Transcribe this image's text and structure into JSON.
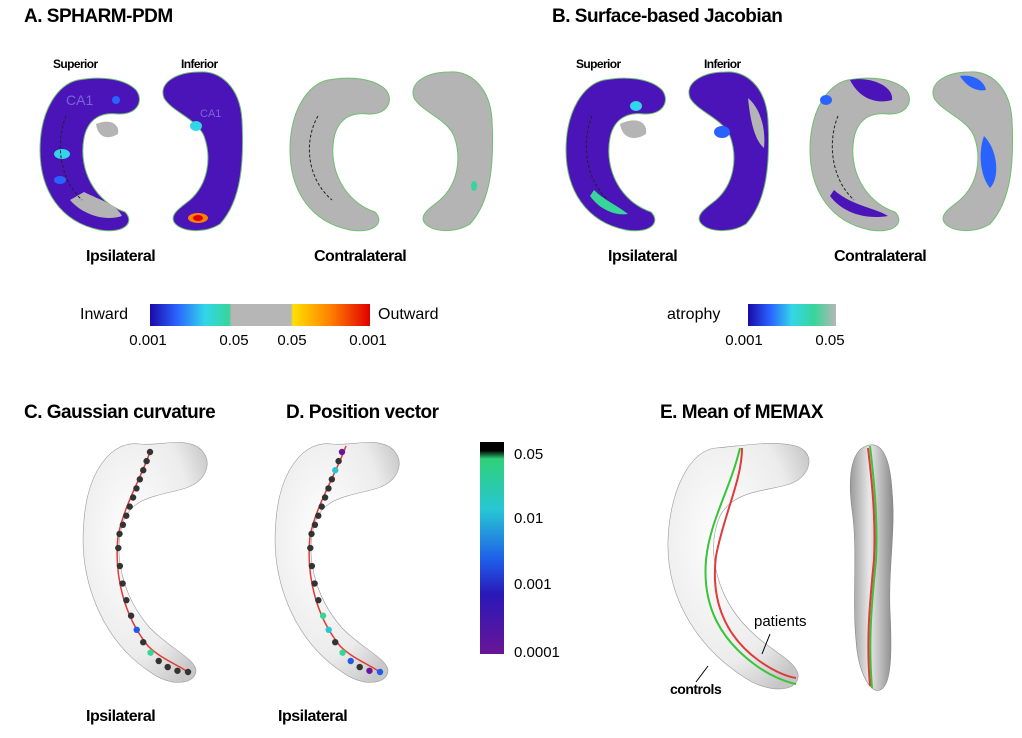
{
  "panels": {
    "a": {
      "title": "A. SPHARM-PDM",
      "views": [
        "Superior",
        "Inferior"
      ],
      "region_label": "CA1",
      "region_label_inferior": "CA1",
      "groups": [
        "Ipsilateral",
        "Contralateral"
      ],
      "colorbar": {
        "left_label": "Inward",
        "right_label": "Outward",
        "ticks": [
          "0.001",
          "0.05",
          "0.05",
          "0.001"
        ],
        "colors": [
          "#1a0aa8",
          "#2a62ff",
          "#33d6e8",
          "#37d59a",
          "#b6b6b6",
          "#ffe000",
          "#ff8000",
          "#e00000"
        ]
      }
    },
    "b": {
      "title": "B. Surface-based Jacobian",
      "views": [
        "Superior",
        "Inferior"
      ],
      "groups": [
        "Ipsilateral",
        "Contralateral"
      ],
      "colorbar": {
        "label": "atrophy",
        "ticks": [
          "0.001",
          "0.05"
        ],
        "colors": [
          "#1a0aa8",
          "#2a62ff",
          "#33d6e8",
          "#37d59a",
          "#b6b6b6"
        ]
      }
    },
    "c": {
      "title": "C. Gaussian curvature",
      "group": "Ipsilateral"
    },
    "d": {
      "title": "D. Position vector",
      "group": "Ipsilateral",
      "colorbar": {
        "ticks": [
          "0.05",
          "0.01",
          "0.001",
          "0.0001"
        ],
        "colors": [
          "#000000",
          "#2fd17a",
          "#27c6d4",
          "#1e5ce8",
          "#2a18b8",
          "#6a1596"
        ]
      }
    },
    "e": {
      "title": "E. Mean of MEMAX",
      "labels": {
        "patients": "patients",
        "controls": "controls"
      },
      "line_colors": {
        "patients": "#e03a3a",
        "controls": "#38c438"
      }
    }
  },
  "colors": {
    "atrophy_purple": "#4a14b8",
    "surface_gray": "#b4b4b4",
    "white_surface": "#efefef",
    "skeleton_red": "#e53935"
  }
}
